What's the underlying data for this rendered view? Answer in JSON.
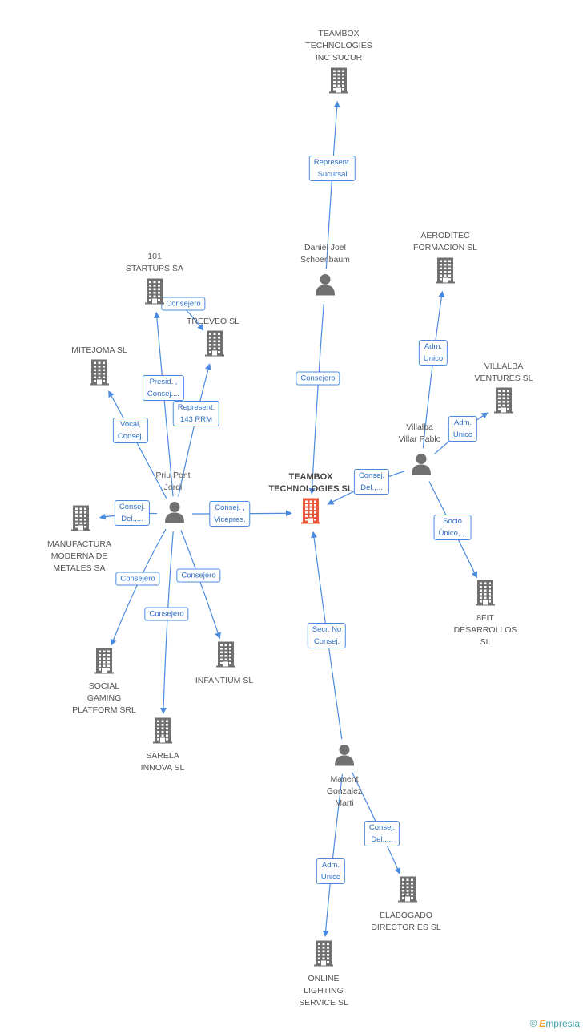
{
  "colors": {
    "edge": "#4a8be0",
    "building": "#707070",
    "focus": "#e8583a",
    "person": "#707070"
  },
  "nodes": [
    {
      "id": "teambox_main",
      "type": "company",
      "focus": true,
      "label": "TEAMBOX\nTECHNOLOGIES SL"
    },
    {
      "id": "teambox_inc",
      "type": "company",
      "label": "TEAMBOX\nTECHNOLOGIES\nINC SUCUR"
    },
    {
      "id": "daniel",
      "type": "person",
      "label": "Daniel Joel\nSchoenbaum"
    },
    {
      "id": "aeroditec",
      "type": "company",
      "label": "AERODITEC\nFORMACION SL"
    },
    {
      "id": "villalba_v",
      "type": "company",
      "label": "VILLALBA\nVENTURES SL"
    },
    {
      "id": "villalba_p",
      "type": "person",
      "label": "Villalba\nVillar Pablo"
    },
    {
      "id": "fit8",
      "type": "company",
      "label": "8FIT\nDESARROLLOS\nSL"
    },
    {
      "id": "startups101",
      "type": "company",
      "label": "101\nSTARTUPS SA"
    },
    {
      "id": "treeveo",
      "type": "company",
      "label": "TREEVEO SL"
    },
    {
      "id": "mitejoma",
      "type": "company",
      "label": "MITEJOMA SL"
    },
    {
      "id": "priu",
      "type": "person",
      "label": "Priu Pont\nJordi"
    },
    {
      "id": "manufactura",
      "type": "company",
      "label": "MANUFACTURA\nMODERNA DE\nMETALES SA"
    },
    {
      "id": "social",
      "type": "company",
      "label": "SOCIAL\nGAMING\nPLATFORM SRL"
    },
    {
      "id": "sarela",
      "type": "company",
      "label": "SARELA\nINNOVA SL"
    },
    {
      "id": "infantium",
      "type": "company",
      "label": "INFANTIUM SL"
    },
    {
      "id": "manent",
      "type": "person",
      "label": "Manent\nGonzalez\nMarti"
    },
    {
      "id": "elabogado",
      "type": "company",
      "label": "ELABOGADO\nDIRECTORIES SL"
    },
    {
      "id": "online",
      "type": "company",
      "label": "ONLINE\nLIGHTING\nSERVICE SL"
    }
  ],
  "edges": [
    {
      "from": "daniel",
      "to": "teambox_inc",
      "label": "Represent.\nSucursal"
    },
    {
      "from": "daniel",
      "to": "teambox_main",
      "label": "Consejero"
    },
    {
      "from": "villalba_p",
      "to": "aeroditec",
      "label": "Adm.\nUnico"
    },
    {
      "from": "villalba_p",
      "to": "villalba_v",
      "label": "Adm.\nUnico"
    },
    {
      "from": "villalba_p",
      "to": "teambox_main",
      "label": "Consej.\nDel.,..."
    },
    {
      "from": "villalba_p",
      "to": "fit8",
      "label": "Socio\nÚnico,..."
    },
    {
      "from": "priu",
      "to": "startups101",
      "label": "Presid. ,\nConsej...."
    },
    {
      "from": "priu",
      "to": "treeveo",
      "label": "Represent.\n143 RRM"
    },
    {
      "from": "priu",
      "to": "mitejoma",
      "label": "Vocal,\nConsej."
    },
    {
      "from": "priu",
      "to": "manufactura",
      "label": "Consej.\nDel.,..."
    },
    {
      "from": "priu",
      "to": "teambox_main",
      "label": "Consej. ,\nVicepres."
    },
    {
      "from": "priu",
      "to": "social",
      "label": "Consejero"
    },
    {
      "from": "priu",
      "to": "sarela",
      "label": "Consejero"
    },
    {
      "from": "priu",
      "to": "infantium",
      "label": "Consejero"
    },
    {
      "from": "startups101",
      "to": "treeveo",
      "label": "Consejero"
    },
    {
      "from": "manent",
      "to": "teambox_main",
      "label": "Secr.  No\nConsej."
    },
    {
      "from": "manent",
      "to": "elabogado",
      "label": "Consej.\nDel.,..."
    },
    {
      "from": "manent",
      "to": "online",
      "label": "Adm.\nUnico"
    }
  ],
  "footer": {
    "copyright": "©",
    "brand_first": "E",
    "brand_rest": "mpresia"
  }
}
